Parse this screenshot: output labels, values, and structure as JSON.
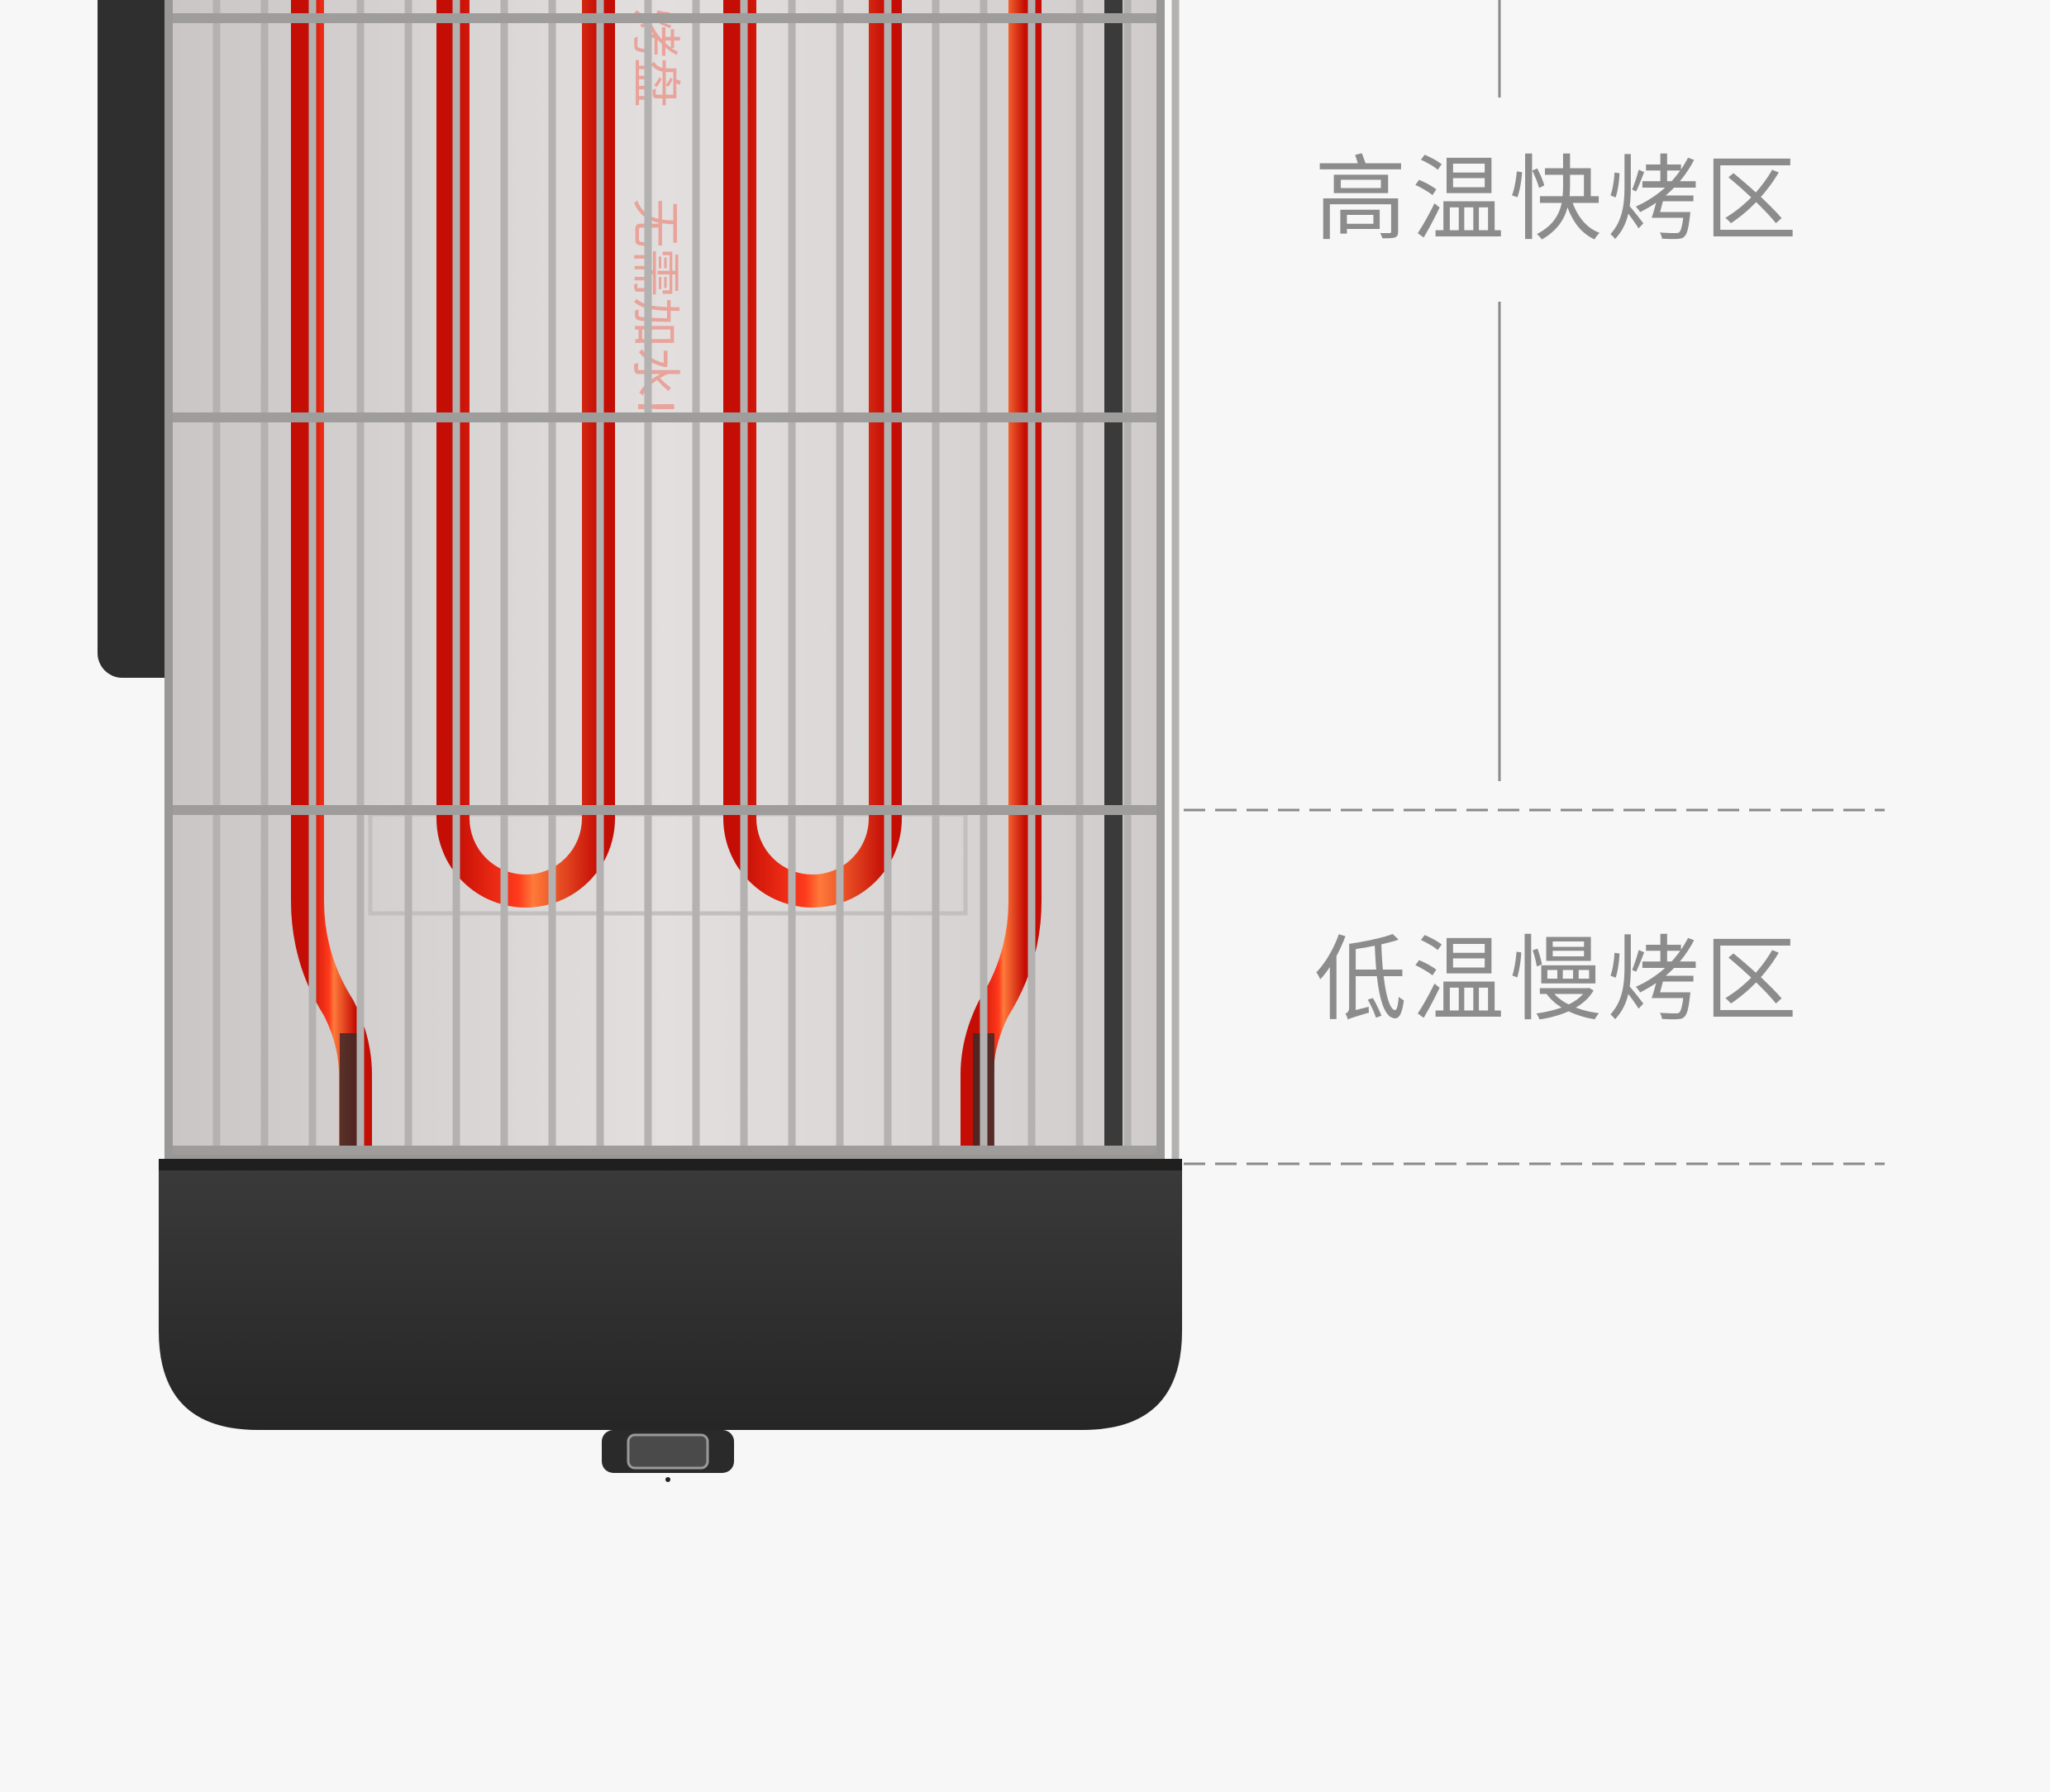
{
  "zones": {
    "high_label": "高温快烤区",
    "low_label": "低温慢烤区"
  },
  "grate_print": {
    "line1": "烤盘",
    "line2": "无需加水!"
  },
  "colors": {
    "background": "#f7f7f7",
    "label_text": "#8c8c8c",
    "divider_line": "#8a8a8a",
    "base_body": "#2c2c2c",
    "grate_frame": "#b9b9b9",
    "heating_element": "#ff2d14",
    "tray_surface": "#d9d6d5",
    "print_text": "#e8a39b"
  },
  "icons": {
    "knob": "control-knob-icon"
  }
}
